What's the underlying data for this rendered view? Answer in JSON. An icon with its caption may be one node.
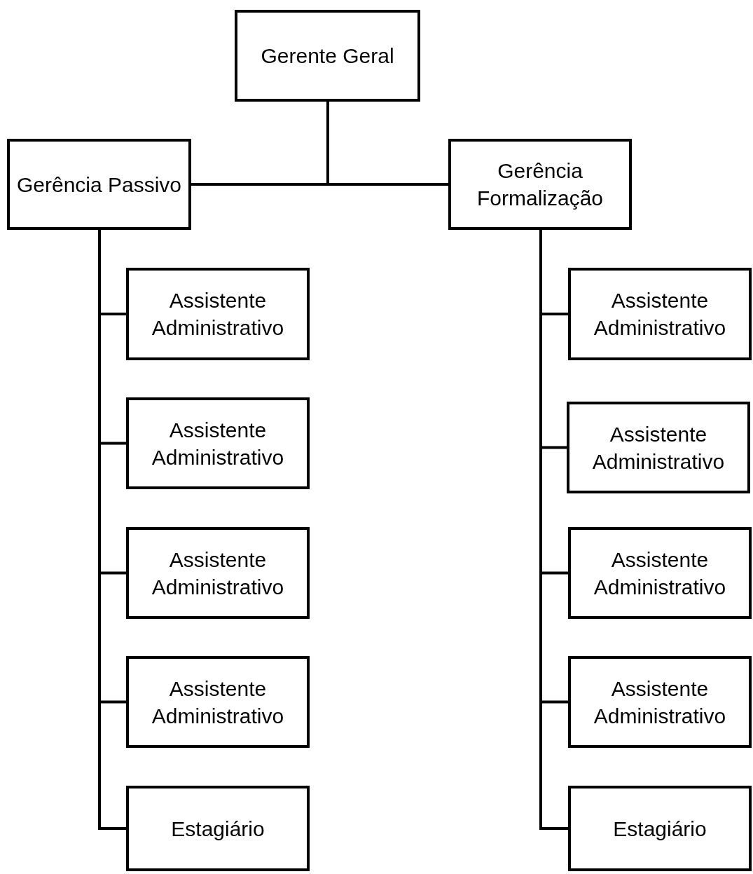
{
  "diagram": {
    "nodes": [
      {
        "text": [
          "Gerente Geral"
        ]
      },
      {
        "text": [
          "Gerência Passivo"
        ]
      },
      {
        "text": [
          "Gerência Formalização"
        ]
      },
      {
        "text": [
          "Assistente Administrativo"
        ]
      },
      {
        "text": [
          "Assistente Administrativo"
        ]
      },
      {
        "text": [
          "Assistente Administrativo"
        ]
      },
      {
        "text": [
          "Assistente Administrativo"
        ]
      },
      {
        "text": [
          "Estagiário"
        ]
      },
      {
        "text": [
          "Assistente Administrativo"
        ]
      },
      {
        "text": [
          "Assistente Administrativo"
        ]
      },
      {
        "text": [
          "Assistente Administrativo"
        ]
      },
      {
        "text": [
          "Assistente Administrativo"
        ]
      },
      {
        "text": [
          "Estagiário"
        ]
      }
    ],
    "edges": [
      {
        "from": 0,
        "to": 1,
        "arrow": "none"
      },
      {
        "from": 0,
        "to": 2,
        "arrow": "none"
      },
      {
        "from": 1,
        "to": 3,
        "arrow": "none"
      },
      {
        "from": 1,
        "to": 4,
        "arrow": "none"
      },
      {
        "from": 1,
        "to": 5,
        "arrow": "none"
      },
      {
        "from": 1,
        "to": 6,
        "arrow": "none"
      },
      {
        "from": 1,
        "to": 7,
        "arrow": "none"
      },
      {
        "from": 2,
        "to": 8,
        "arrow": "none"
      },
      {
        "from": 2,
        "to": 9,
        "arrow": "none"
      },
      {
        "from": 2,
        "to": 10,
        "arrow": "none"
      },
      {
        "from": 2,
        "to": 11,
        "arrow": "none"
      },
      {
        "from": 2,
        "to": 12,
        "arrow": "none"
      }
    ]
  }
}
